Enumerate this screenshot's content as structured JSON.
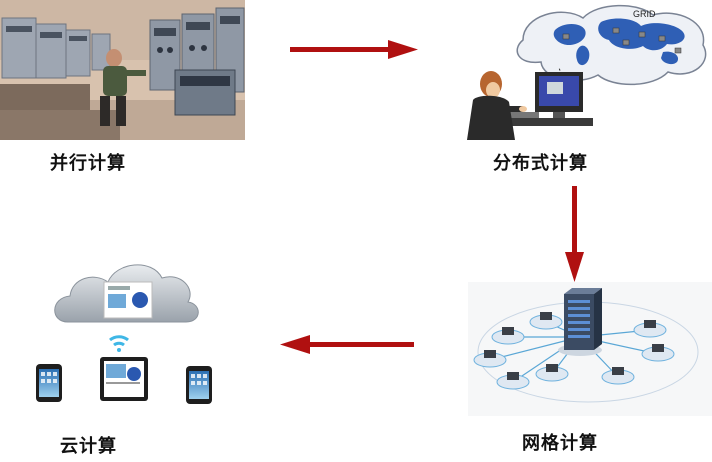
{
  "diagram": {
    "nodes": [
      {
        "id": "parallel",
        "label": "并行计算",
        "image": "mainframe-computer-room"
      },
      {
        "id": "distributed",
        "label": "分布式计算",
        "image": "grid-world-map-workstation"
      },
      {
        "id": "grid",
        "label": "网格计算",
        "image": "server-network-star"
      },
      {
        "id": "cloud",
        "label": "云计算",
        "image": "cloud-devices"
      }
    ],
    "grid_map_text": "GRID",
    "flow": [
      "parallel",
      "distributed",
      "grid",
      "cloud"
    ],
    "arrow_color": "#b01010"
  }
}
